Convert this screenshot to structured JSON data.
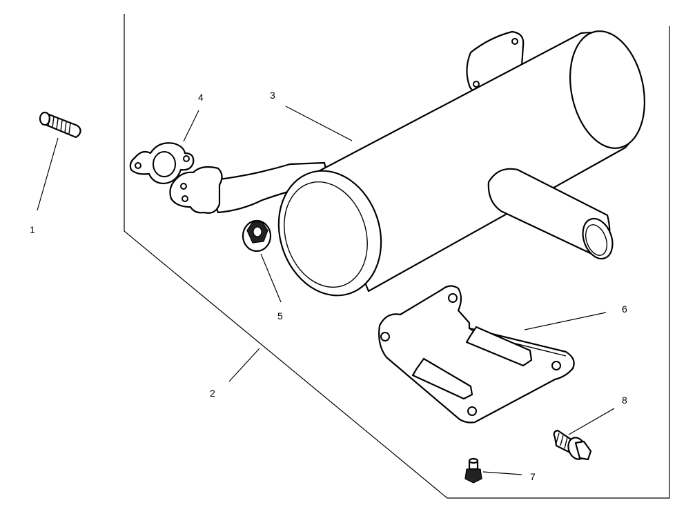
{
  "callouts": [
    {
      "id": "callout-1",
      "text": "1"
    },
    {
      "id": "callout-2",
      "text": "2"
    },
    {
      "id": "callout-3",
      "text": "3"
    },
    {
      "id": "callout-4",
      "text": "4"
    },
    {
      "id": "callout-5",
      "text": "5"
    },
    {
      "id": "callout-6",
      "text": "6"
    },
    {
      "id": "callout-7",
      "text": "7"
    },
    {
      "id": "callout-8",
      "text": "8"
    }
  ]
}
